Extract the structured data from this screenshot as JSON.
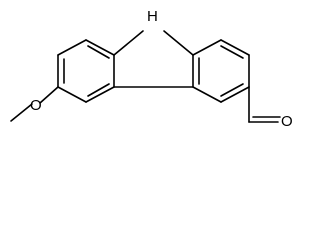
{
  "molecule": {
    "atoms": {
      "nh": "H",
      "methoxy_oxygen": "O",
      "aldehyde_oxygen": "O"
    }
  }
}
